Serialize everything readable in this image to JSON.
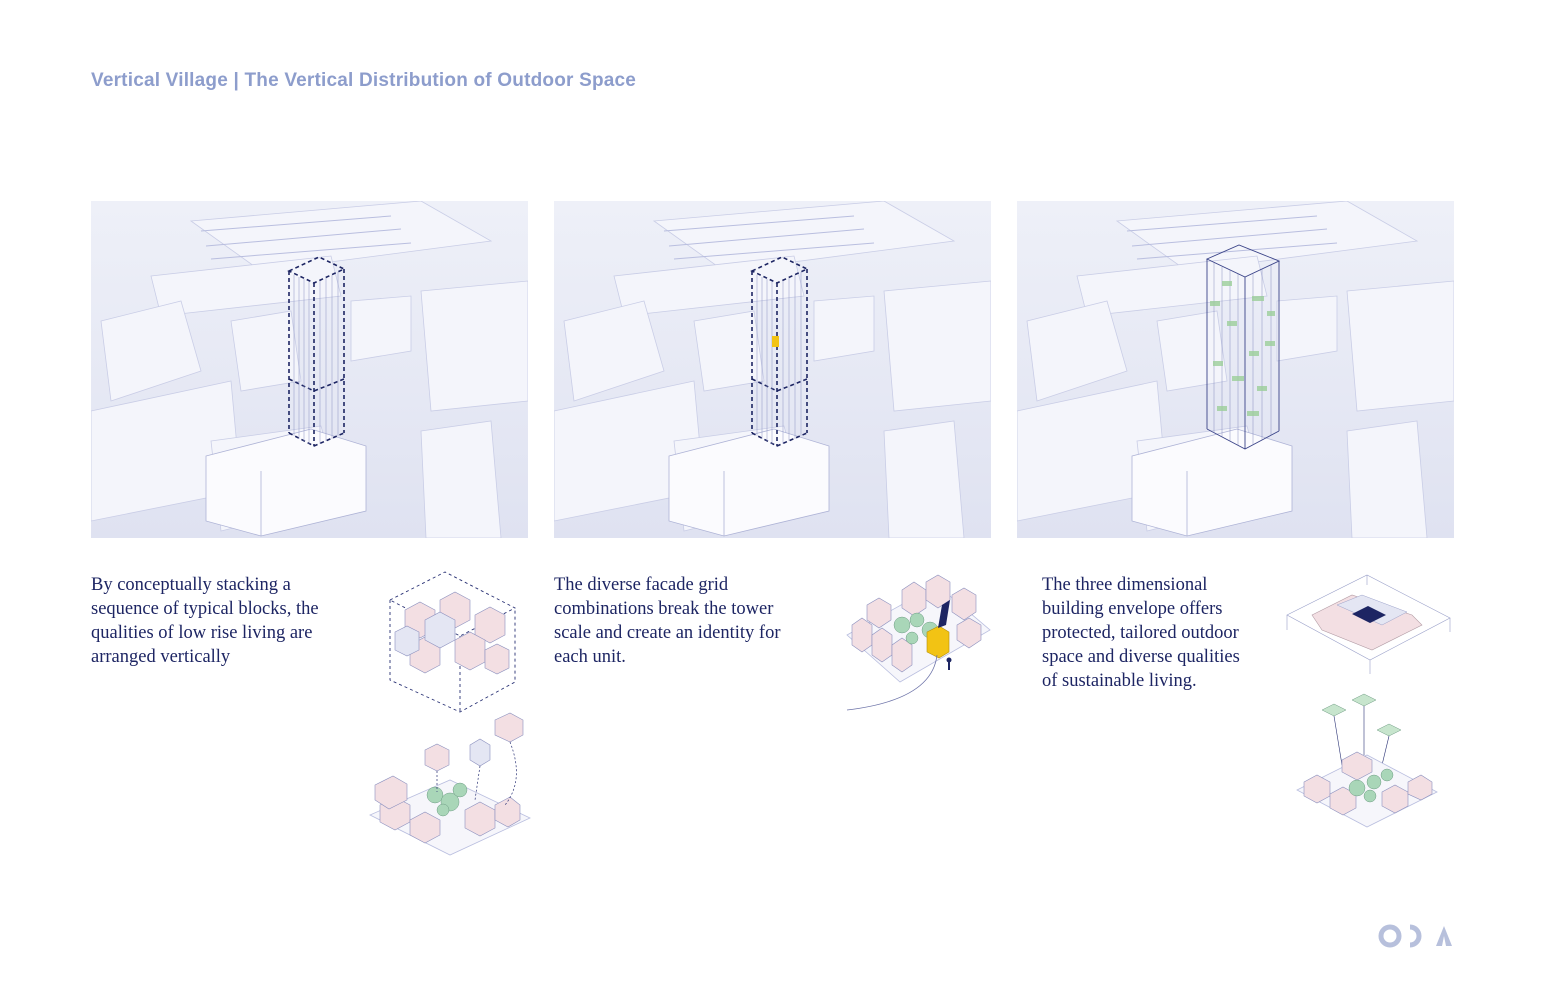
{
  "title": "Vertical Village | The Vertical Distribution of Outdoor Space",
  "panels": [
    {
      "caption": "By conceptually stacking a sequence of typical blocks, the qualities of low rise living are arranged vertically",
      "caption_lines": [
        "By conceptually stacking a",
        "sequence of typical blocks, the",
        "qualities of low rise living are",
        "arranged vertically"
      ],
      "tower_style": "dashed-outline"
    },
    {
      "caption": "The diverse facade grid combinations break the tower scale and create an identity for each unit.",
      "caption_lines": [
        "The diverse facade grid",
        "combinations break the tower",
        "scale and create an identity for",
        "each unit."
      ],
      "tower_style": "dashed-outline-highlight"
    },
    {
      "caption": "The three dimensional building envelope offers protected, tailored outdoor space and diverse qualities of sustainable living.",
      "caption_lines": [
        "The three dimensional",
        "building envelope offers",
        "protected, tailored outdoor",
        "space and diverse qualities",
        "of sustainable living."
      ],
      "tower_style": "green-grid"
    }
  ],
  "colors": {
    "title": "#8d9dcc",
    "caption": "#1d2563",
    "tower_outline": "#1d2563",
    "highlight": "#f2c314",
    "green": "#9ccf9a",
    "pink": "#f2dde0",
    "city": "#e8eaf6"
  },
  "logo_text": "ODA"
}
